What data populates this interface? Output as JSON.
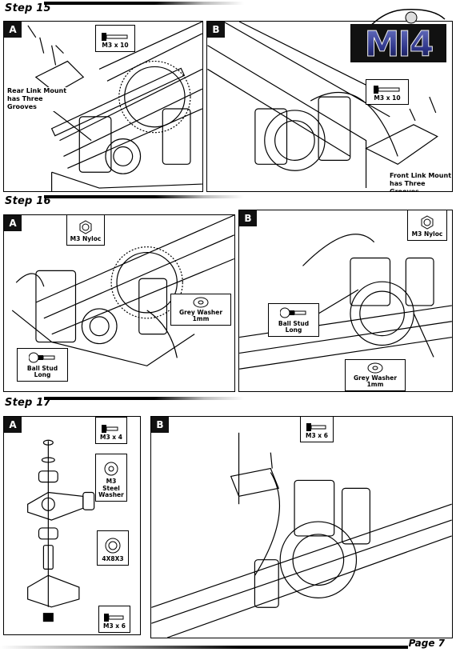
{
  "logo": {
    "text": "MI4"
  },
  "page": {
    "label": "Page 7"
  },
  "steps": [
    {
      "title": "Step 15",
      "panels": [
        {
          "tag": "A",
          "callouts": [
            "M3 x 10"
          ],
          "notes": [
            "Rear Link Mount has Three Grooves"
          ]
        },
        {
          "tag": "B",
          "callouts": [
            "M3 x 10"
          ],
          "notes": [
            "Front Link Mount has Three Grooves"
          ]
        }
      ]
    },
    {
      "title": "Step 16",
      "panels": [
        {
          "tag": "A",
          "callouts": [
            "M3 Nyloc",
            "Grey Washer 1mm",
            "Ball Stud Long"
          ]
        },
        {
          "tag": "B",
          "callouts": [
            "M3 Nyloc",
            "Ball Stud Long",
            "Grey Washer 1mm"
          ]
        }
      ]
    },
    {
      "title": "Step 17",
      "panels": [
        {
          "tag": "A",
          "callouts": [
            "M3 x 4",
            "M3 Steel Washer",
            "4X8X3",
            "M3 x 6"
          ]
        },
        {
          "tag": "B",
          "callouts": [
            "M3 x 6"
          ]
        }
      ]
    }
  ]
}
